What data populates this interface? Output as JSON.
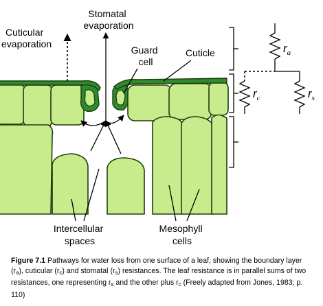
{
  "labels": {
    "stomatal_evaporation": [
      "Stomatal",
      "evaporation"
    ],
    "cuticular_evaporation": [
      "Cuticular",
      "evaporation"
    ],
    "guard_cell": [
      "Guard",
      "cell"
    ],
    "cuticle": "Cuticle",
    "intercellular_spaces": [
      "Intercellular",
      "spaces"
    ],
    "mesophyll_cells": [
      "Mesophyll",
      "cells"
    ]
  },
  "resistances": {
    "ra": {
      "symbol": "r",
      "sub": "a"
    },
    "rc": {
      "symbol": "r",
      "sub": "c"
    },
    "rs": {
      "symbol": "r",
      "sub": "s"
    }
  },
  "caption": {
    "figure_label": "Figure 7.1",
    "p1": " Pathways for water loss from one surface of a leaf, showing the boundary layer (r",
    "s1": "a",
    "p2": "), cuticular (r",
    "s2": "c",
    "p3": ") and stomatal (r",
    "s3": "s",
    "p4": ") resistances. The leaf resistance is in parallel sums of two resistances, one representing r",
    "s4": "s",
    "p5": " and the other plus r",
    "s5": "c",
    "p6": " (Freely adapted from Jones, 1983; p. 110)"
  },
  "colors": {
    "cell_fill": "#c8ec8c",
    "cuticle_fill": "#2f8a2f",
    "outline": "#1d3d0c"
  }
}
